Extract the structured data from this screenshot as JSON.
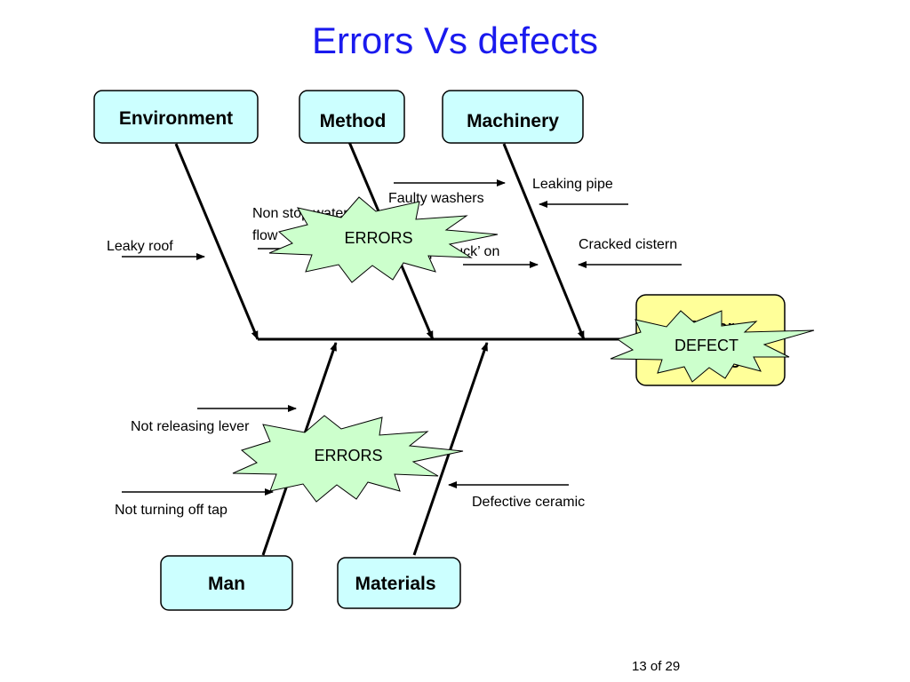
{
  "title": "Errors Vs defects",
  "categories": {
    "environment": "Environment",
    "method": "Method",
    "machinery": "Machinery",
    "man": "Man",
    "materials": "Materials"
  },
  "causes": {
    "leaky_roof": "Leaky roof",
    "non_stop_water_flow_line1": "Non stop water",
    "non_stop_water_flow_line2": "flow",
    "faulty_washers": "Faulty washers",
    "tap_stuck_on": "Tap ‘stuck’ on",
    "leaking_pipe": "Leaking pipe",
    "cracked_cistern": "Cracked cistern",
    "not_releasing_lever": "Not releasing lever",
    "not_turning_off_tap": "Not turning off tap",
    "defective_ceramic": "Defective ceramic"
  },
  "bursts": {
    "errors_top": "ERRORS",
    "errors_bottom": "ERRORS",
    "defect": "DEFECT"
  },
  "effect": {
    "label_line1": "Water",
    "label_line2": "leaking"
  },
  "colors": {
    "title": "#1a1aee",
    "category_fill": "#ccffff",
    "effect_fill": "#ffff99",
    "burst_fill": "#ccffcc"
  },
  "footer": {
    "page_number": "13 of 29"
  }
}
